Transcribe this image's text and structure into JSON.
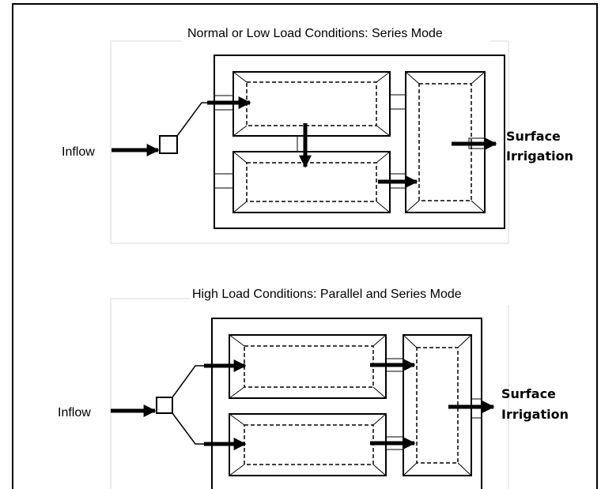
{
  "diagrams": [
    {
      "title": "Normal or Low Load Conditions:  Series Mode",
      "inflow_label": "Inflow",
      "output_label_line1": "Surface",
      "output_label_line2": "Irrigation"
    },
    {
      "title": "High Load Conditions:  Parallel and Series Mode",
      "inflow_label": "Inflow",
      "output_label_line1": "Surface",
      "output_label_line2": "Irrigation"
    }
  ]
}
